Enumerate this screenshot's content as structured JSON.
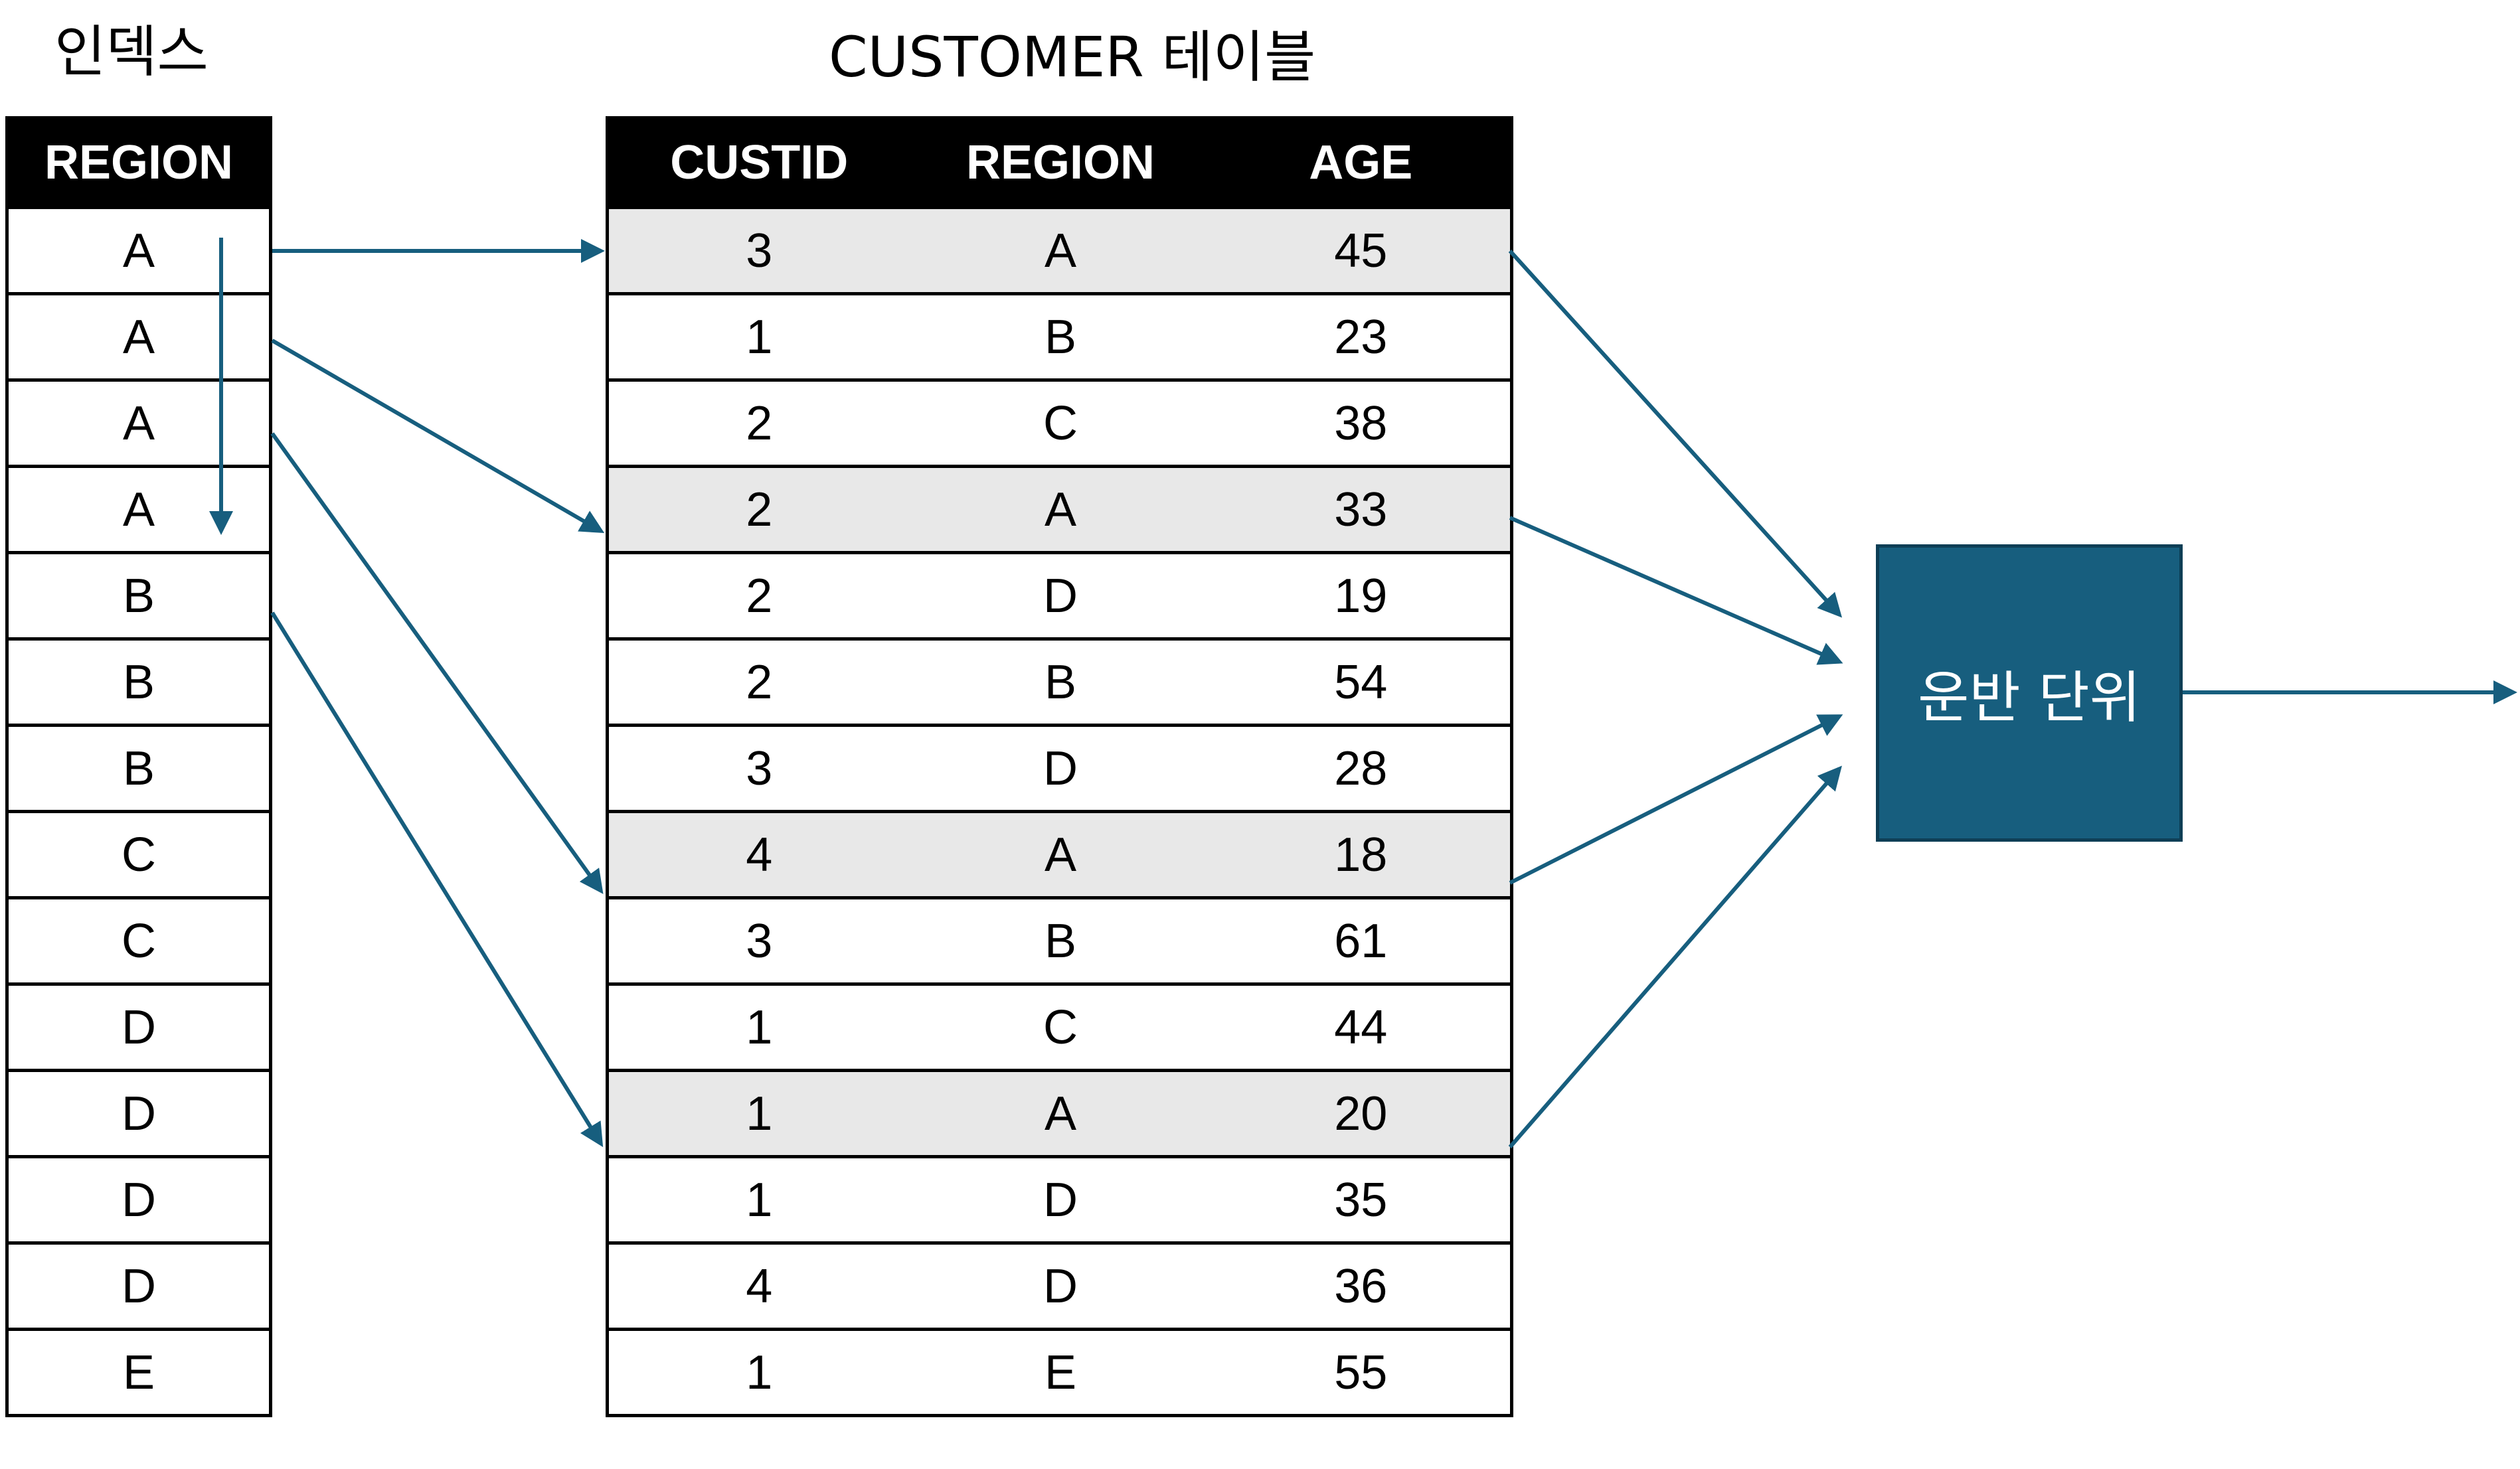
{
  "index": {
    "title": "인덱스",
    "header": "REGION",
    "rows": [
      "A",
      "A",
      "A",
      "A",
      "B",
      "B",
      "B",
      "C",
      "C",
      "D",
      "D",
      "D",
      "D",
      "E"
    ]
  },
  "customer": {
    "title": "CUSTOMER 테이블",
    "headers": [
      "CUSTID",
      "REGION",
      "AGE"
    ],
    "rows": [
      {
        "custid": "3",
        "region": "A",
        "age": "45",
        "highlight": true
      },
      {
        "custid": "1",
        "region": "B",
        "age": "23",
        "highlight": false
      },
      {
        "custid": "2",
        "region": "C",
        "age": "38",
        "highlight": false
      },
      {
        "custid": "2",
        "region": "A",
        "age": "33",
        "highlight": true
      },
      {
        "custid": "2",
        "region": "D",
        "age": "19",
        "highlight": false
      },
      {
        "custid": "2",
        "region": "B",
        "age": "54",
        "highlight": false
      },
      {
        "custid": "3",
        "region": "D",
        "age": "28",
        "highlight": false
      },
      {
        "custid": "4",
        "region": "A",
        "age": "18",
        "highlight": true
      },
      {
        "custid": "3",
        "region": "B",
        "age": "61",
        "highlight": false
      },
      {
        "custid": "1",
        "region": "C",
        "age": "44",
        "highlight": false
      },
      {
        "custid": "1",
        "region": "A",
        "age": "20",
        "highlight": true
      },
      {
        "custid": "1",
        "region": "D",
        "age": "35",
        "highlight": false
      },
      {
        "custid": "4",
        "region": "D",
        "age": "36",
        "highlight": false
      },
      {
        "custid": "1",
        "region": "E",
        "age": "55",
        "highlight": false
      }
    ]
  },
  "unit": {
    "label": "운반 단위"
  },
  "colors": {
    "arrow": "#175e7e",
    "box_fill": "#175e7e",
    "highlight_row": "#e8e8e8",
    "header_fill": "#000000"
  }
}
